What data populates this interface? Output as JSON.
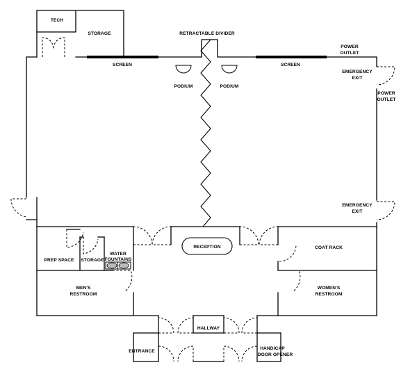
{
  "rooms": {
    "tech": "TECH",
    "storage_top": "STORAGE",
    "retractable_divider": "RETRACTABLE DIVIDER",
    "screen_left": "SCREEN",
    "screen_right": "SCREEN",
    "podium_left": "PODIUM",
    "podium_right": "PODIUM",
    "power_outlet_top": [
      "POWER",
      "OUTLET"
    ],
    "power_outlet_side": [
      "POWER",
      "OUTLET"
    ],
    "emergency_exit_top": [
      "EMERGENCY",
      "EXIT"
    ],
    "emergency_exit_bottom": [
      "EMERGENCY",
      "EXIT"
    ],
    "reception": "RECEPTION",
    "coat_rack": "COAT RACK",
    "prep_space": "PREP SPACE",
    "storage_bottom": "STORAGE",
    "water_fountains": [
      "WATER",
      "FOUNTAINS"
    ],
    "mens_restroom": [
      "MEN'S",
      "RESTROOM"
    ],
    "womens_restroom": [
      "WOMEN'S",
      "RESTROOM"
    ],
    "hallway": "HALLWAY",
    "entrance": "ENTRANCE",
    "handicap_door_opener": [
      "HANDICAP",
      "DOOR OPENER"
    ]
  }
}
